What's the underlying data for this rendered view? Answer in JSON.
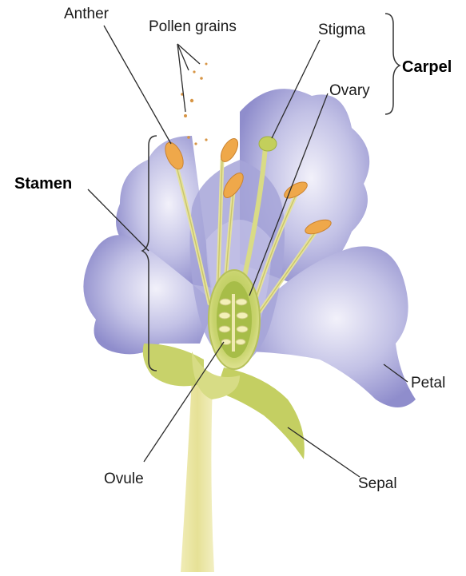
{
  "labels": {
    "anther": "Anther",
    "pollen_grains": "Pollen grains",
    "stigma": "Stigma",
    "carpel": "Carpel",
    "ovary": "Ovary",
    "stamen": "Stamen",
    "petal": "Petal",
    "ovule": "Ovule",
    "sepal": "Sepal"
  },
  "colors": {
    "petal": "#b7b6df",
    "petal_shadow": "#8e8ccb",
    "petal_light": "#e4e3f4",
    "stem": "#e8e49a",
    "sepal": "#c8d26a",
    "anther": "#efa84a",
    "ovary": "#c9d46e",
    "ovule": "#f3f0b8",
    "pollen": "#d79545",
    "leader_line": "#2a2a2a"
  }
}
